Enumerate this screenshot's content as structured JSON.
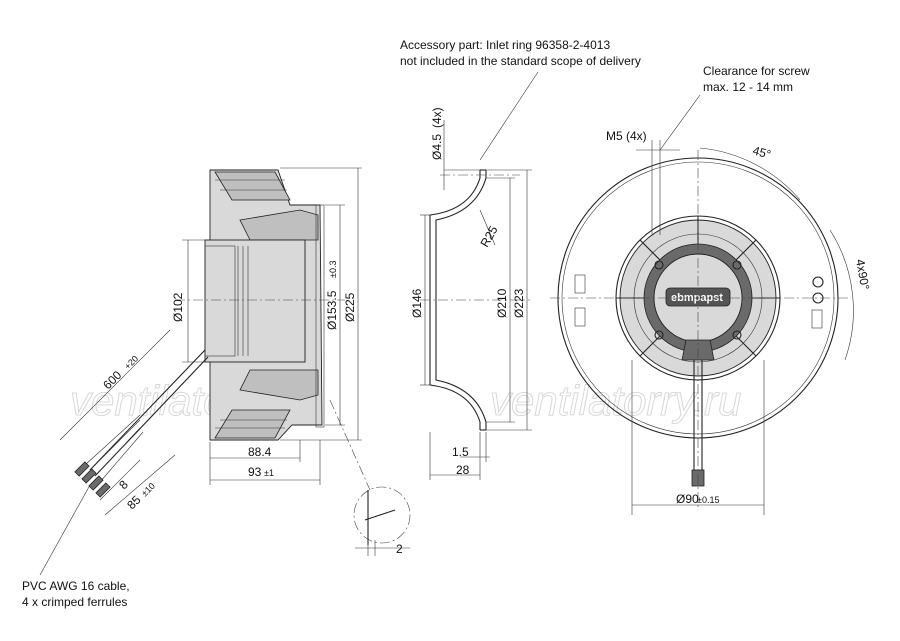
{
  "notes": {
    "accessory_line1": "Accessory part: Inlet ring 96358-2-4013",
    "accessory_line2": "not included in the standard scope of delivery",
    "clearance_line1": "Clearance for screw",
    "clearance_line2": "max. 12 - 14 mm",
    "cable_line1": "PVC AWG 16 cable,",
    "cable_line2": "4 x crimped ferrules"
  },
  "side_view": {
    "dim_102": "Ø102",
    "dim_153": "Ø153.5",
    "dim_153_tol": "±0.3",
    "dim_225": "Ø225",
    "dim_88": "88.4",
    "dim_93": "93",
    "dim_93_tol": "±1",
    "dim_600": "600",
    "dim_600_tol": "+20",
    "dim_8": "8",
    "dim_85": "85",
    "dim_85_tol": "±10",
    "dim_2": "2"
  },
  "inlet_ring": {
    "dim_45": "Ø4.5",
    "dim_45_count": "(4x)",
    "dim_r25": "R25",
    "dim_146": "Ø146",
    "dim_210": "Ø210",
    "dim_223": "Ø223",
    "dim_15": "1.5",
    "dim_28": "28"
  },
  "front_view": {
    "dim_m5": "M5 (4x)",
    "dim_angle": "45°",
    "dim_4x90": "4x90°",
    "dim_90": "Ø90",
    "dim_90_tol": "±0.15",
    "logo": "ebmpapst"
  },
  "watermark": "ventilatorry.ru"
}
